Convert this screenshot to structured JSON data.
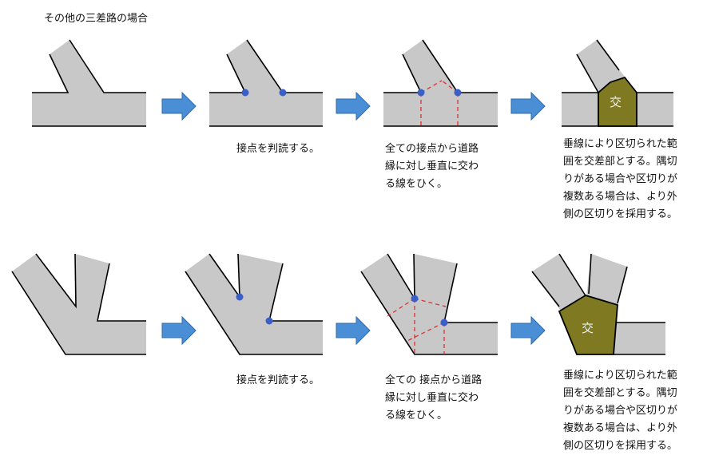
{
  "title": "その他の三差路の場合",
  "rows": [
    {
      "captions": {
        "step2": "接点を判読する。",
        "step3": "全ての接点から道路\n縁に対し垂直に交わ\nる線をひく。",
        "step4": "垂線により区切られた範\n囲を交差部とする。隅切\nりがある場合や区切りが\n複数ある場合は、より外\n側の区切りを採用する。"
      },
      "intersection_label": "交"
    },
    {
      "captions": {
        "step2": "接点を判読する。",
        "step3": "全ての 接点から道路\n縁に対し垂直に交わ\nる線をひく。",
        "step4": "垂線により区切られた範\n囲を交差部とする。隅切\nりがある場合や区切りが\n複数ある場合は、より外\n側の区切りを採用する。"
      },
      "intersection_label": "交"
    }
  ],
  "colors": {
    "road": "#c8c8c8",
    "contact_point": "#3b5fc8",
    "perpendicular_line": "#e03030",
    "intersection_area": "#7f7a22",
    "arrow": "#4a8fd6"
  }
}
